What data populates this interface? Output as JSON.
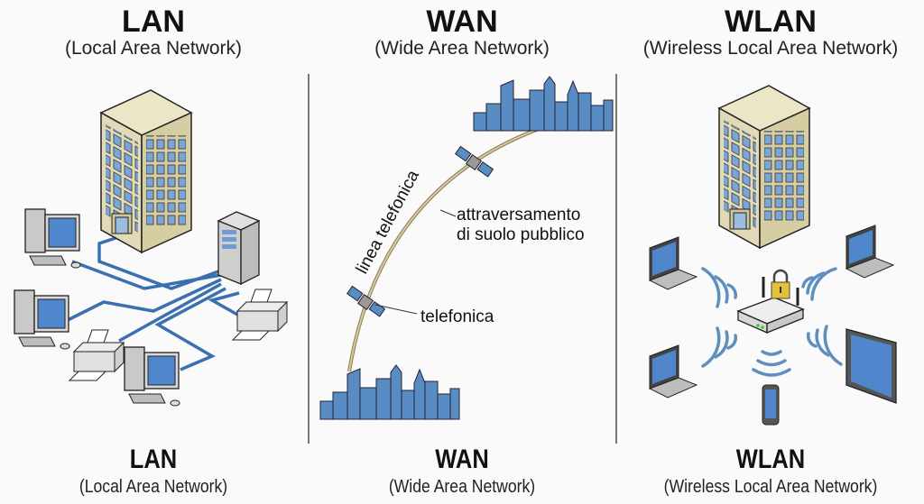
{
  "columns": [
    {
      "id": "lan",
      "title": "LAN",
      "subtitle": "(Local Area Network)"
    },
    {
      "id": "wan",
      "title": "WAN",
      "subtitle": "(Wide Area Network)"
    },
    {
      "id": "wlan",
      "title": "WLAN",
      "subtitle": "(Wireless Local Area Network)"
    }
  ],
  "wan": {
    "curve_label": "linea telefonica",
    "callout_1": "attraversamento",
    "callout_2": "di suolo pubblico",
    "callout_3": "telefonica"
  },
  "colors": {
    "cable": "#3a6fb0",
    "building": "#e6dfbf",
    "window": "#7aa6d6",
    "city": "#5a8cc4",
    "wave": "#5f8fbf",
    "lock": "#e3c23a",
    "curve": "#c8b98a"
  }
}
